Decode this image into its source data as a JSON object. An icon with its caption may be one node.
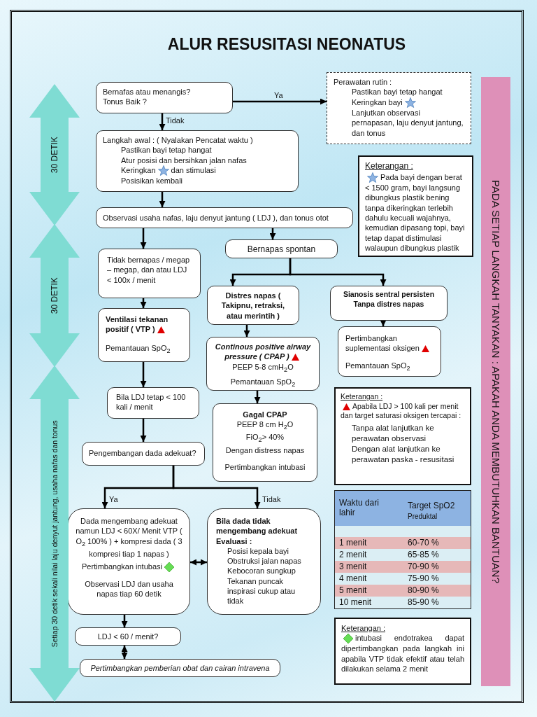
{
  "diagram": {
    "title": "ALUR RESUSITASI NEONATUS",
    "nodes": [
      {
        "text": [
          "Bernafas atau menangis?",
          "Tonus Baik ?"
        ]
      },
      {
        "text": [
          "Perawatan rutin :",
          "Pastikan bayi tetap hangat",
          "Keringkan bayi",
          "Lanjutkan observasi pernapasan, laju denyut jantung, dan tonus"
        ]
      },
      {
        "text": [
          "Langkah awal : ( Nyalakan Pencatat waktu )",
          "Pastikan bayi tetap hangat",
          "Atur posisi dan bersihkan jalan nafas",
          "Keringkan",
          "dan stimulasi",
          "Posisikan kembali"
        ]
      },
      {
        "text": [
          "Observasi usaha nafas, laju denyut jantung ( LDJ ), dan tonus otot"
        ]
      },
      {
        "text": [
          "Tidak bernapas / megap – megap, dan atau LDJ  < 100x / menit"
        ]
      },
      {
        "text": [
          "Bernapas spontan"
        ]
      },
      {
        "text": [
          "Ventilasi tekanan positif ( VTP )",
          "Pemantauan SpO$_{2}$"
        ]
      },
      {
        "text": [
          "Distres napas ( Takipnu, retraksi, atau merintih )"
        ]
      },
      {
        "text": [
          "Sianosis sentral persisten Tanpa distres napas"
        ]
      },
      {
        "text": [
          "Continous positive airway pressure ( CPAP )",
          "PEEP 5-8 cmH$_{2}$O",
          "Pemantauan SpO$_{2}$"
        ]
      },
      {
        "text": [
          "Pertimbangkan suplementasi oksigen",
          "Pemantauan SpO$_{2}$"
        ]
      },
      {
        "text": [
          "Bila LDJ tetap < 100 kali / menit"
        ]
      },
      {
        "text": [
          "Gagal CPAP",
          "PEEP 8 cm H$_{2}$O",
          "FiO$_{2}$> 40%",
          "Dengan distress napas",
          "Pertimbangkan intubasi"
        ]
      },
      {
        "text": [
          "Pengembangan dada adekuat?"
        ]
      },
      {
        "text": [
          "Dada mengembang adekuat namun LDJ < 60X/ Menit VTP ( O$_{2}$ 100% ) + kompresi dada ( 3 kompresi tiap 1 napas )",
          "Pertimbangkan intubasi",
          "Observasi LDJ dan usaha napas tiap 60 detik"
        ]
      },
      {
        "text": [
          "Bila dada tidak mengembang adekuat Evaluasi :",
          "Posisi kepala bayi",
          "Obstruksi jalan napas",
          "Kebocoran sungkup",
          "Tekanan puncak inspirasi cukup atau tidak"
        ]
      },
      {
        "text": [
          "LDJ < 60 / menit?"
        ]
      },
      {
        "text": [
          "Pertimbangkan pemberian obat dan cairan intravena"
        ]
      },
      {
        "text": [
          "Keterangan :",
          "Pada bayi dengan berat < 1500 gram, bayi langsung dibungkus plastik bening tanpa dikeringkan terlebih dahulu kecuali wajahnya, kemudian dipasang topi, bayi tetap dapat distimulasi walaupun dibungkus plastik"
        ]
      },
      {
        "text": [
          "Keterangan :",
          "Apabila LDJ > 100 kali per menit dan target saturasi oksigen tercapai :",
          "Tanpa alat  lanjutkan ke perawatan observasi",
          "Dengan alat  lanjutkan ke perawatan paska - resusitasi"
        ]
      },
      {
        "text": [
          "Keterangan :",
          "intubasi endotrakea dapat dipertimbangkan pada langkah ini apabila VTP tidak efektif atau telah dilakukan selama 2 menit"
        ]
      },
      {
        "text": [
          "PADA SETIAP LANGKAH TANYAKAN : APAKAH ANDA MEMBUTUHKAN BANTUAN?"
        ]
      }
    ],
    "edges": [
      {
        "from": 0,
        "to": 1,
        "arrow": "to",
        "label": "Ya"
      },
      {
        "from": 0,
        "to": 2,
        "arrow": "to",
        "label": "Tidak"
      },
      {
        "from": 2,
        "to": 3,
        "arrow": "to"
      },
      {
        "from": 3,
        "to": 4,
        "arrow": "to"
      },
      {
        "from": 3,
        "to": 5,
        "arrow": "to"
      },
      {
        "from": 5,
        "to": 7,
        "arrow": "to"
      },
      {
        "from": 5,
        "to": 8,
        "arrow": "to"
      },
      {
        "from": 4,
        "to": 6,
        "arrow": "to"
      },
      {
        "from": 6,
        "to": 11,
        "arrow": "to"
      },
      {
        "from": 7,
        "to": 9,
        "arrow": "to"
      },
      {
        "from": 8,
        "to": 10,
        "arrow": "to"
      },
      {
        "from": 9,
        "to": 12,
        "arrow": "to"
      },
      {
        "from": 11,
        "to": 13,
        "arrow": "to"
      },
      {
        "from": 13,
        "to": 14,
        "arrow": "to",
        "label": "Ya"
      },
      {
        "from": 13,
        "to": 15,
        "arrow": "to",
        "label": "Tidak"
      },
      {
        "from": 14,
        "to": 15,
        "arrow": "both"
      },
      {
        "from": 14,
        "to": 16,
        "arrow": "to"
      },
      {
        "from": 16,
        "to": 17,
        "arrow": "both"
      }
    ],
    "labels": [
      "Waktu dari lahir",
      "Target SpO2",
      "Preduktal",
      "1 menit",
      "60-70 %",
      "2 menit",
      "65-85 %",
      "3 menit",
      "70-90 %",
      "4 menit",
      "75-90 %",
      "5 menit",
      "80-90 %",
      "10 menit",
      "85-90 %",
      "30 DETIK",
      "30 DETIK",
      "Setiap 30 detik sekali nilai laju denyut jantung, usaha nafas dan tonus"
    ]
  }
}
